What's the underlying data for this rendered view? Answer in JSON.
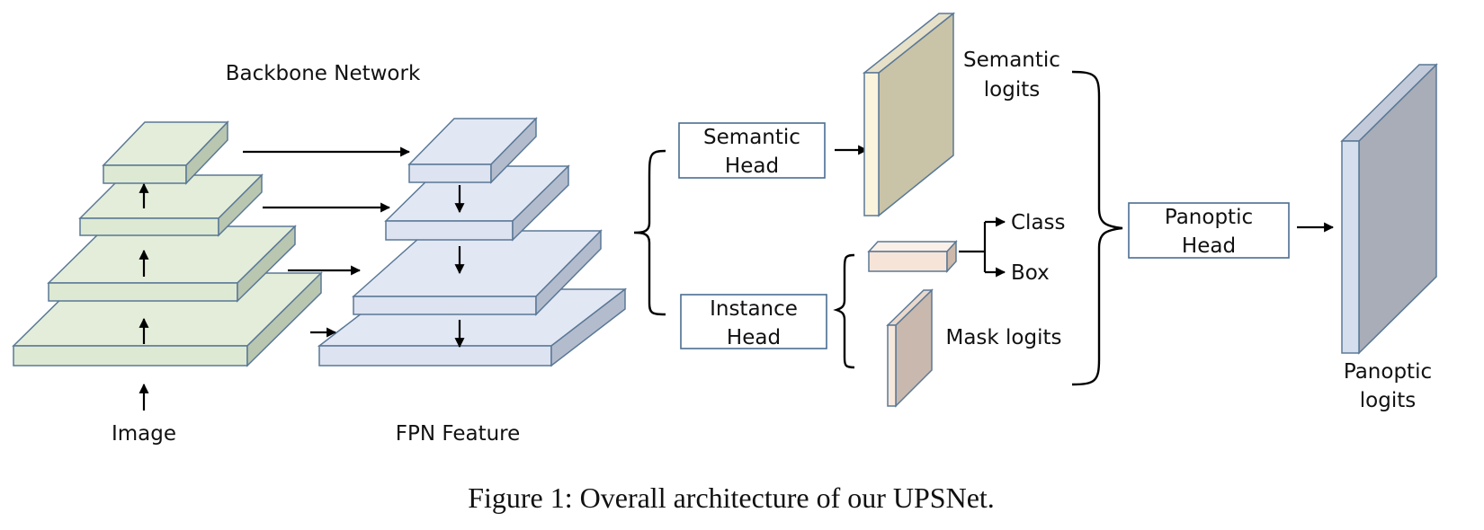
{
  "labels": {
    "backbone_network": "Backbone Network",
    "image": "Image",
    "fpn_feature": "FPN Feature",
    "semantic_head_line1": "Semantic",
    "semantic_head_line2": "Head",
    "instance_head_line1": "Instance",
    "instance_head_line2": "Head",
    "semantic_logits_line1": "Semantic",
    "semantic_logits_line2": "logits",
    "class": "Class",
    "box": "Box",
    "mask_logits": "Mask logits",
    "panoptic_head_line1": "Panoptic",
    "panoptic_head_line2": "Head",
    "panoptic_logits_line1": "Panoptic",
    "panoptic_logits_line2": "logits"
  },
  "caption": "Figure 1: Overall architecture of our UPSNet.",
  "colors": {
    "backbone_top": "#e3edd9",
    "backbone_front": "#dde9d2",
    "backbone_side": "#b9c6b0",
    "fpn_top": "#e2e7f4",
    "fpn_front": "#dde3f1",
    "fpn_side": "#b3bccd",
    "semantic_logits_front": "#fbf4dd",
    "semantic_logits_face": "#c9c3a7",
    "box_front": "#f7e4d8",
    "box_side": "#cdb9aa",
    "mask_front": "#f7e8dc",
    "mask_face": "#c9b8ad",
    "panoptic_logits_front": "#d5deec",
    "panoptic_logits_face": "#a8adb8",
    "outline": "#4f7095"
  }
}
